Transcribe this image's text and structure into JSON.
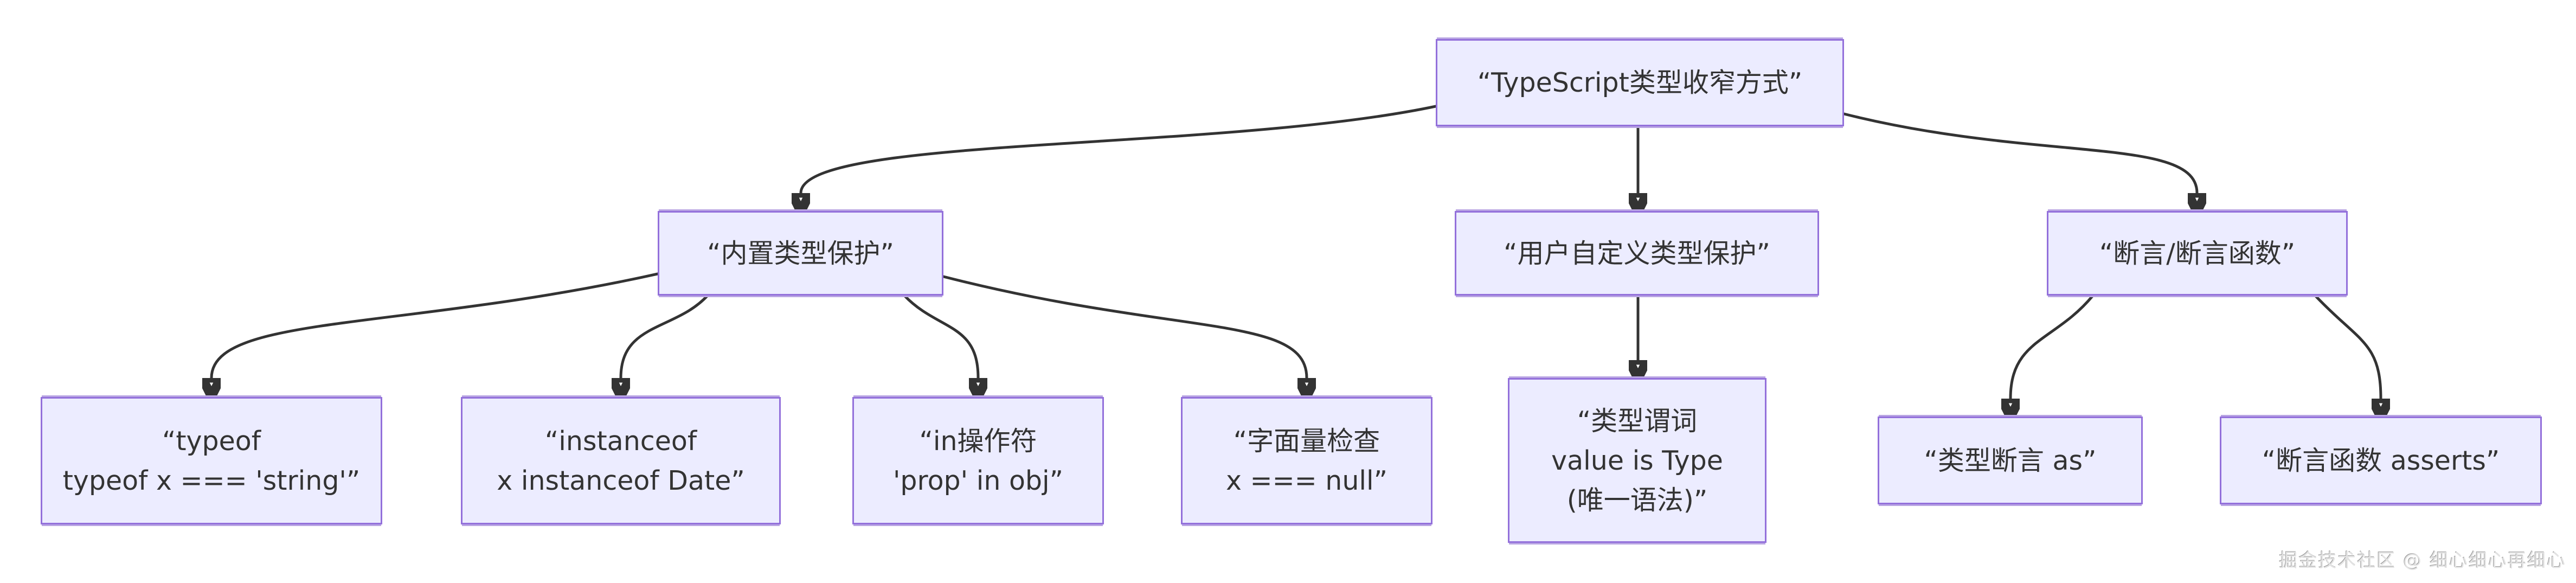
{
  "diagram": {
    "type": "flowchart",
    "direction": "top-down",
    "nodes": {
      "root": {
        "label": "“TypeScript类型收窄方式”"
      },
      "builtin": {
        "label": "“内置类型保护”"
      },
      "user_defined": {
        "label": "“用户自定义类型保护”"
      },
      "assertion": {
        "label": "“断言/断言函数”"
      },
      "typeof_guard": {
        "label": "“typeof\ntypeof x === 'string'”"
      },
      "instanceof_guard": {
        "label": "“instanceof\nx instanceof Date”"
      },
      "in_operator": {
        "label": "“in操作符\n'prop' in obj”"
      },
      "literal_check": {
        "label": "“字面量检查\nx === null”"
      },
      "type_predicate": {
        "label": "“类型谓词\nvalue is Type\n(唯一语法)”"
      },
      "type_assertion_as": {
        "label": "“类型断言 as”"
      },
      "assert_function": {
        "label": "“断言函数 asserts”"
      }
    },
    "edges": [
      {
        "from": "root",
        "to": "builtin"
      },
      {
        "from": "root",
        "to": "user_defined"
      },
      {
        "from": "root",
        "to": "assertion"
      },
      {
        "from": "builtin",
        "to": "typeof_guard"
      },
      {
        "from": "builtin",
        "to": "instanceof_guard"
      },
      {
        "from": "builtin",
        "to": "in_operator"
      },
      {
        "from": "builtin",
        "to": "literal_check"
      },
      {
        "from": "user_defined",
        "to": "type_predicate"
      },
      {
        "from": "assertion",
        "to": "type_assertion_as"
      },
      {
        "from": "assertion",
        "to": "assert_function"
      }
    ],
    "colors": {
      "node_fill": "#ECECFF",
      "node_border": "#9370DB",
      "edge_stroke": "#333333",
      "text": "#333333",
      "background": "#FFFFFF"
    }
  },
  "watermark": {
    "text": "掘金技术社区 @ 细心细心再细心"
  }
}
